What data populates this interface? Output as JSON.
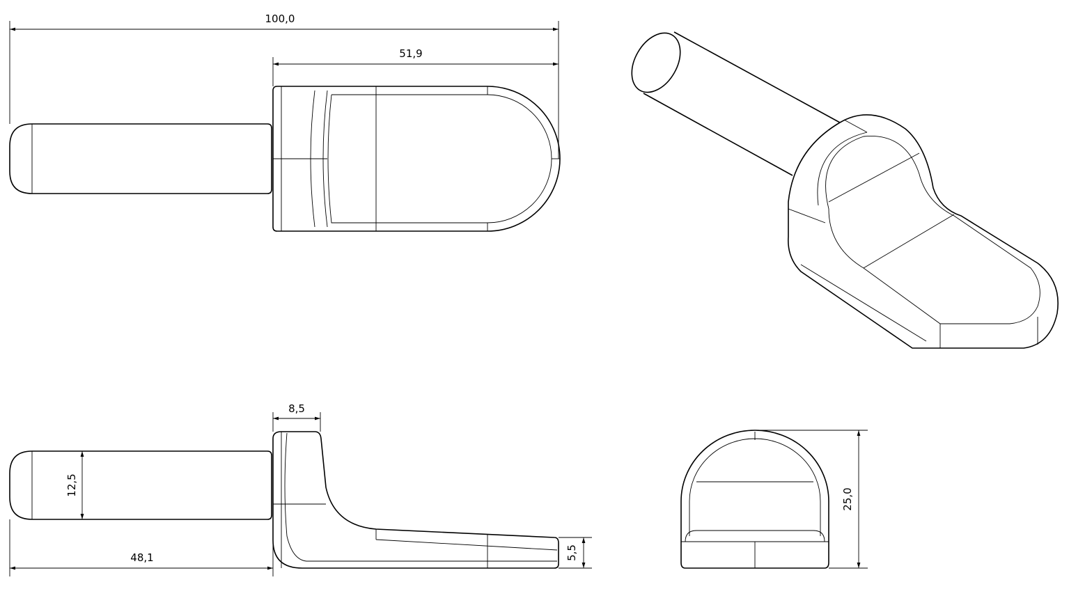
{
  "dimensions": {
    "overall_length": "100,0",
    "head_length": "51,9",
    "flange_thickness": "8,5",
    "shaft_diameter": "12,5",
    "shaft_length": "48,1",
    "tip_thickness": "5,5",
    "head_width": "25,0"
  }
}
